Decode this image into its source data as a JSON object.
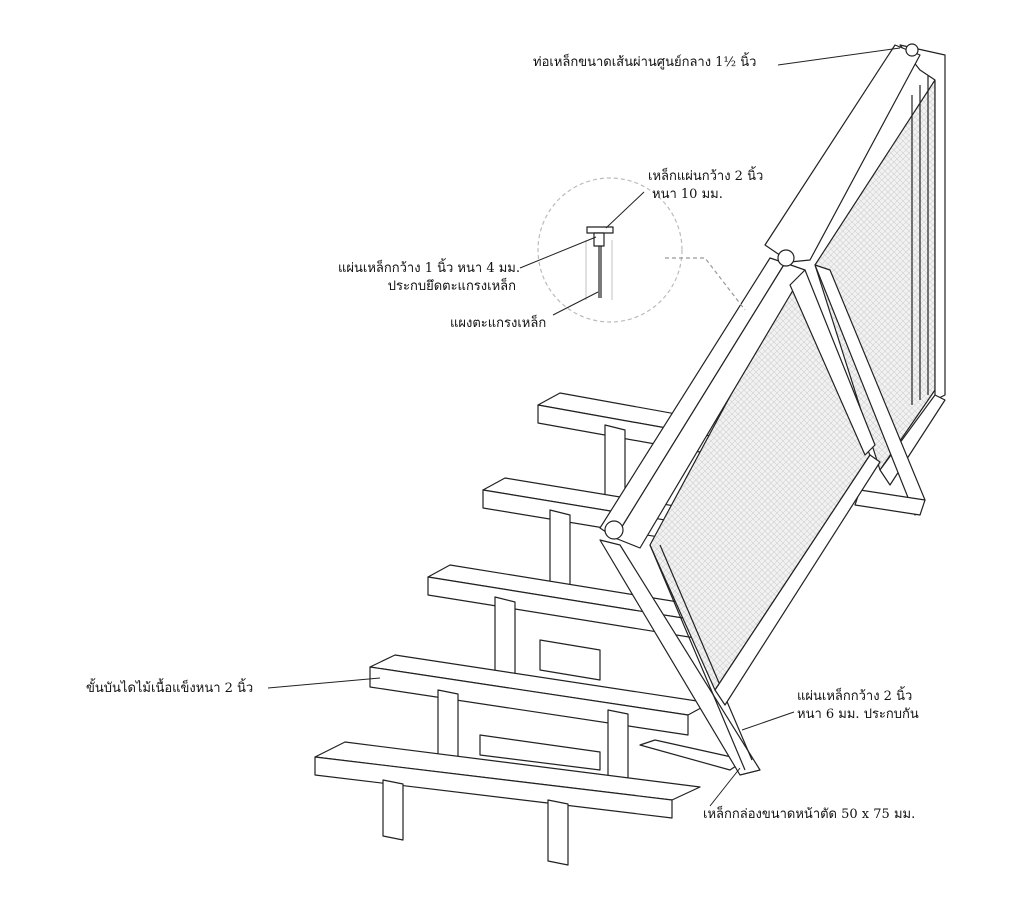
{
  "title": "Steel stair with hardwood treads and steel mesh balustrade",
  "labels": {
    "top_pipe": "ท่อเหล็กขนาดเส้นผ่านศูนย์กลาง 1½ นิ้ว",
    "flat_bar_2in_line1": "เหล็กแผ่นกว้าง 2 นิ้ว",
    "flat_bar_2in_line2": "หนา 10 มม.",
    "flat_bar_1in_line1": "แผ่นเหล็กกว้าง 1 นิ้ว หนา 4 มม.",
    "flat_bar_1in_line2": "ประกบยึดตะแกรงเหล็ก",
    "mesh_panel": "แผงตะแกรงเหล็ก",
    "tread": "ขั้นบันไดไม้เนื้อแข็งหนา 2 นิ้ว",
    "side_plate_line1": "แผ่นเหล็กกว้าง 2 นิ้ว",
    "side_plate_line2": "หนา 6 มม. ประกบกัน",
    "box_steel": "เหล็กกล่องขนาดหน้าตัด 50 x 75 มม."
  },
  "colors": {
    "line": "#222222",
    "mesh": "#e6e6e6",
    "detail_circle": "#bbbbbb"
  }
}
